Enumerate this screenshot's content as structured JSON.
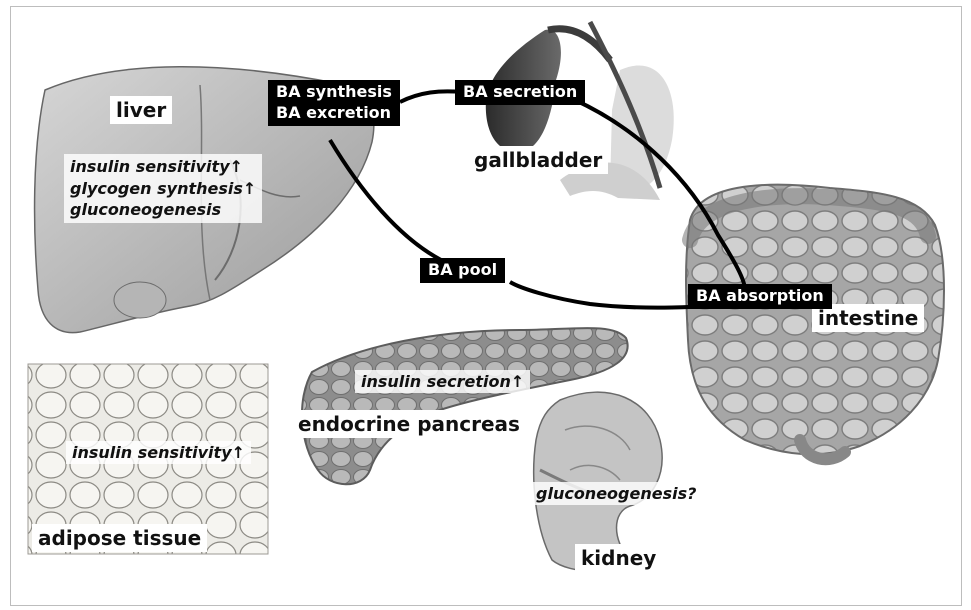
{
  "organs": {
    "liver": "liver",
    "gallbladder": "gallbladder",
    "intestine": "intestine",
    "adipose": "adipose tissue",
    "pancreas": "endocrine pancreas",
    "kidney": "kidney"
  },
  "effects": {
    "liver": [
      "insulin sensitivity↑",
      "glycogen synthesis↑",
      "gluconeogenesis"
    ],
    "pancreas": "insulin secretion↑",
    "adipose": "insulin sensitivity↑",
    "kidney": "gluconeogenesis?"
  },
  "processes": {
    "synthesis": "BA synthesis",
    "excretion": "BA excretion",
    "secretion": "BA secretion",
    "pool": "BA pool",
    "absorption": "BA absorption"
  }
}
